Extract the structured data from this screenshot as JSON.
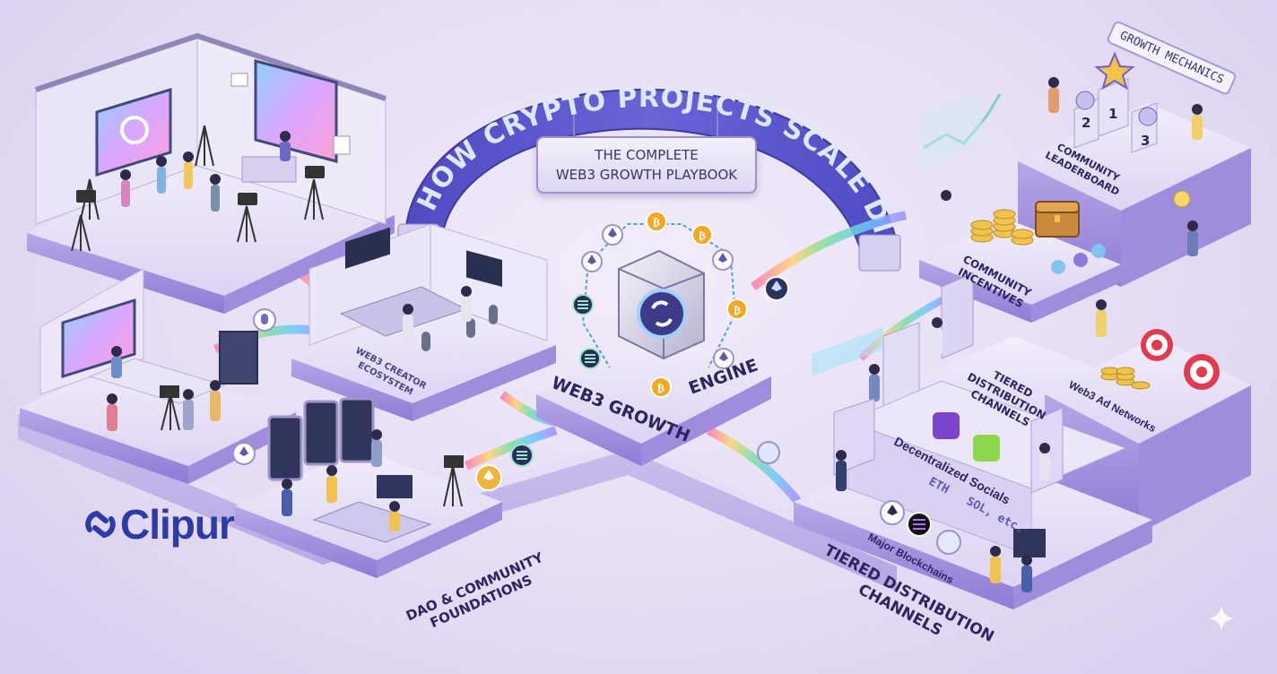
{
  "arch_title": "HOW CRYPTO PROJECTS SCALE DISTRIBUTION",
  "center_sign": {
    "line1": "THE COMPLETE",
    "line2": "WEB3 GROWTH PLAYBOOK"
  },
  "engine_label_left": "WEB3 GROWTH",
  "engine_label_right": "ENGINE",
  "creator_label": {
    "line1": "WEB3 CREATOR",
    "line2": "ECOSYSTEM"
  },
  "dao_label": {
    "line1": "DAO & COMMUNITY",
    "line2": "FOUNDATIONS"
  },
  "tiered_bottom_label": {
    "line1": "TIERED DISTRIBUTION",
    "line2": "CHANNELS"
  },
  "tiered_top_label": {
    "line1": "TIERED",
    "line2": "DISTRIBUTION",
    "line3": "CHANNELS"
  },
  "growth_mechanics": "GROWTH MECHANICS",
  "community_leaderboard": {
    "line1": "COMMUNITY",
    "line2": "LEADERBOARD"
  },
  "community_incentives": {
    "line1": "COMMUNITY",
    "line2": "INCENTIVES"
  },
  "web3_ad_networks": "Web3 Ad Networks",
  "decentralized_socials": "Decentralized Socials",
  "major_blockchains": "Major Blockchains",
  "chain_list": "SOL, etc.",
  "chain_list_eth": "ETH",
  "podium_numbers": [
    "2",
    "1",
    "3"
  ],
  "brand": "Clipur",
  "colors": {
    "platform": "#d9cff2",
    "platform_side": "#a795dd",
    "arch": "#5b56c9",
    "accent": "#6a5cd6",
    "text": "#2c2560"
  },
  "icons": [
    "ethereum-icon",
    "bitcoin-icon",
    "solana-icon",
    "clipur-logo-icon",
    "target-icon",
    "coin-stack-icon",
    "treasure-chest-icon",
    "trophy-icon",
    "microphone-icon",
    "camera-icon",
    "sparkle-icon"
  ]
}
